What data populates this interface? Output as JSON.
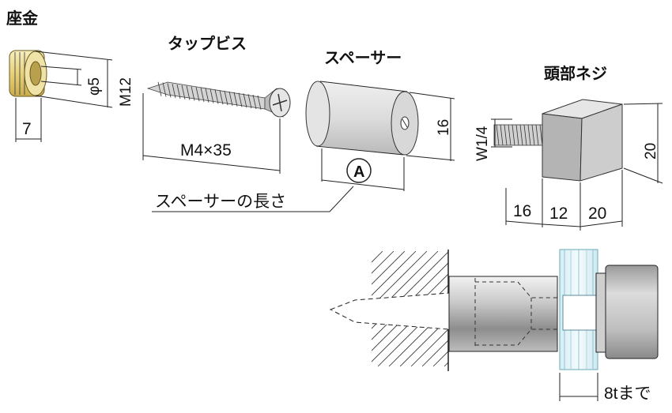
{
  "labels": {
    "washer": "座金",
    "tapping_screw": "タップビス",
    "spacer": "スペーサー",
    "head_screw": "頭部ネジ",
    "spacer_length": "スペーサーの長さ",
    "marker": "A"
  },
  "dims": {
    "washer_width": "7",
    "washer_hole": "φ5",
    "washer_thread": "M12",
    "screw_size": "M4×35",
    "spacer_dia": "16",
    "thread": "W1/4",
    "head_height": "20",
    "len1": "16",
    "len2": "12",
    "len3": "20",
    "glass_max": "8tまで"
  }
}
